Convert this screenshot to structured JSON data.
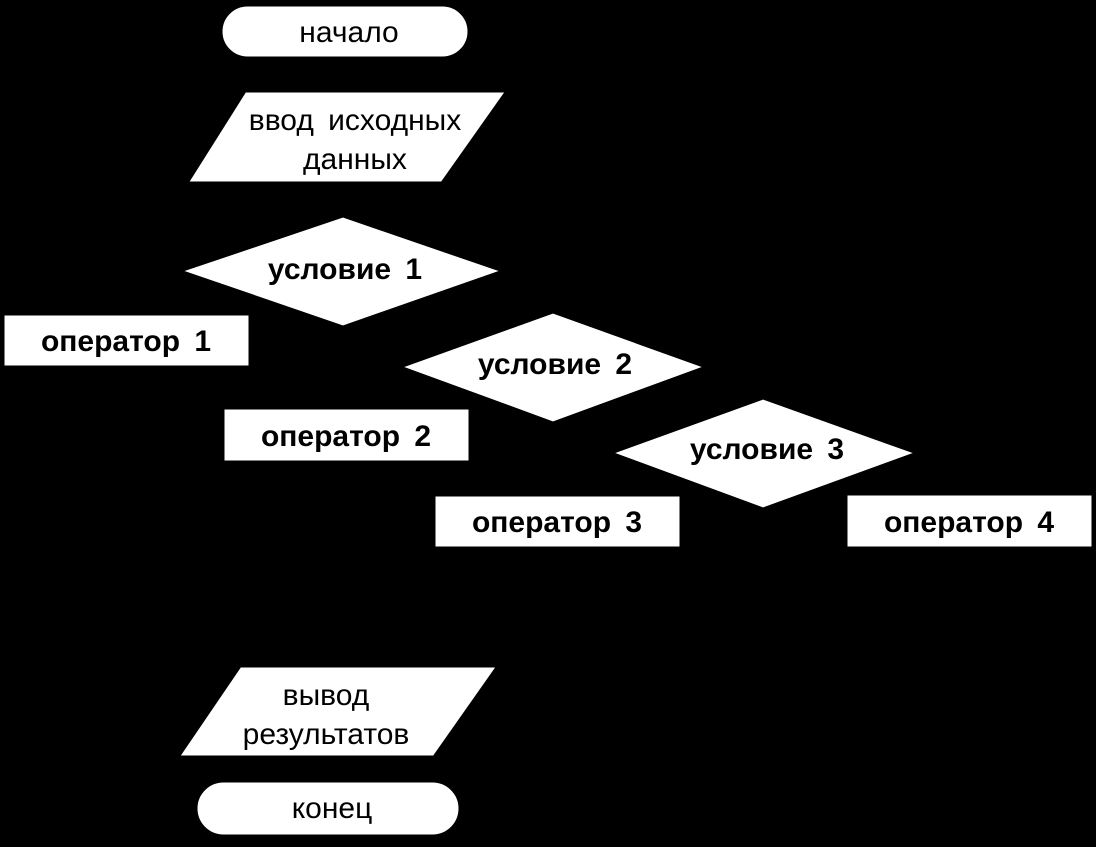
{
  "colors": {
    "background": "#000000",
    "shape_fill": "#ffffff",
    "text": "#000000"
  },
  "flowchart": {
    "start": {
      "label": "начало"
    },
    "input": {
      "line1": "ввод исходных",
      "line2": "данных"
    },
    "conditions": [
      {
        "label": "условие 1"
      },
      {
        "label": "условие 2"
      },
      {
        "label": "условие 3"
      }
    ],
    "operators": [
      {
        "label": "оператор 1"
      },
      {
        "label": "оператор 2"
      },
      {
        "label": "оператор 3"
      },
      {
        "label": "оператор 4"
      }
    ],
    "output": {
      "line1": "вывод",
      "line2": "результатов"
    },
    "end": {
      "label": "конец"
    }
  }
}
